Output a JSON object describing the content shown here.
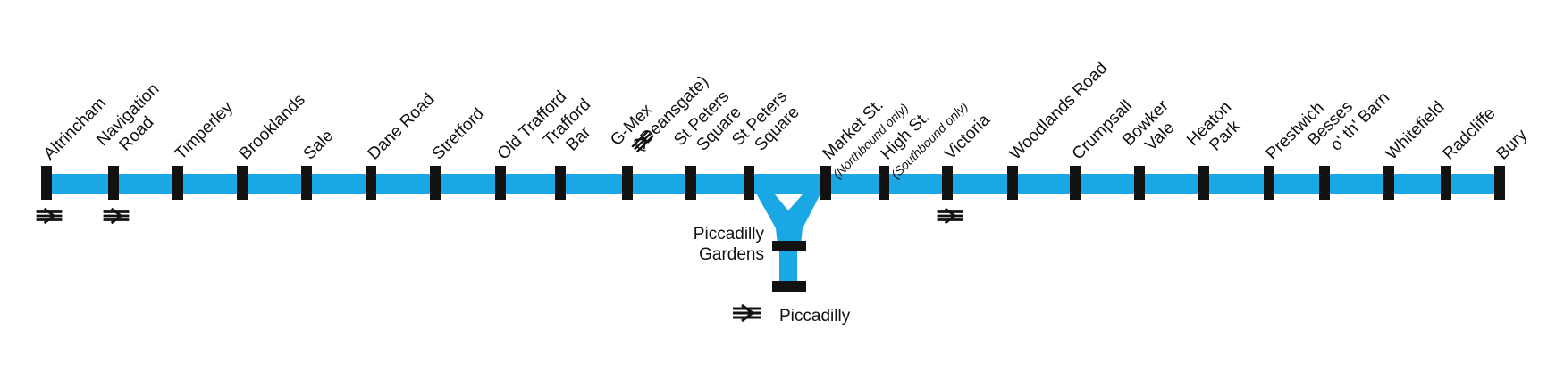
{
  "line_color": "#1aa7e6",
  "stop_color": "#111111",
  "stations": [
    {
      "id": "altrincham",
      "lines": [
        "Altrincham"
      ],
      "rail": true
    },
    {
      "id": "navigation-road",
      "lines": [
        "Navigation",
        "Road"
      ],
      "rail": true
    },
    {
      "id": "timperley",
      "lines": [
        "Timperley"
      ]
    },
    {
      "id": "brooklands",
      "lines": [
        "Brooklands"
      ]
    },
    {
      "id": "sale",
      "lines": [
        "Sale"
      ]
    },
    {
      "id": "dane-road",
      "lines": [
        "Dane Road"
      ]
    },
    {
      "id": "stretford",
      "lines": [
        "Stretford"
      ]
    },
    {
      "id": "old-trafford",
      "lines": [
        "Old Trafford"
      ]
    },
    {
      "id": "trafford-bar",
      "lines": [
        "Trafford",
        "Bar"
      ]
    },
    {
      "id": "g-mex",
      "lines": [
        "G-Mex",
        "(     Deansgate)"
      ],
      "rail_inline": true
    },
    {
      "id": "st-peters-square-1",
      "lines": [
        "St Peters",
        "Square"
      ]
    },
    {
      "id": "st-peters-square-2",
      "lines": [
        "St Peters",
        "Square"
      ]
    },
    {
      "id": "market-st",
      "lines": [
        "Market St."
      ],
      "note": "(Northbound only)"
    },
    {
      "id": "high-st",
      "lines": [
        "High St."
      ],
      "note": "(Southbound only)"
    },
    {
      "id": "victoria",
      "lines": [
        "Victoria"
      ],
      "rail": true
    },
    {
      "id": "woodlands-road",
      "lines": [
        "Woodlands Road"
      ]
    },
    {
      "id": "crumpsall",
      "lines": [
        "Crumpsall"
      ]
    },
    {
      "id": "bowker-vale",
      "lines": [
        "Bowker",
        "Vale"
      ]
    },
    {
      "id": "heaton-park",
      "lines": [
        "Heaton",
        "Park"
      ]
    },
    {
      "id": "prestwich",
      "lines": [
        "Prestwich"
      ]
    },
    {
      "id": "besses-o-th-barn",
      "lines": [
        "Besses",
        "o' th' Barn"
      ]
    },
    {
      "id": "whitefield",
      "lines": [
        "Whitefield"
      ]
    },
    {
      "id": "radcliffe",
      "lines": [
        "Radcliffe"
      ]
    },
    {
      "id": "bury",
      "lines": [
        "Bury"
      ]
    }
  ],
  "branch": {
    "piccadilly_gardens": [
      "Piccadilly",
      "Gardens"
    ],
    "piccadilly": "Piccadilly"
  }
}
